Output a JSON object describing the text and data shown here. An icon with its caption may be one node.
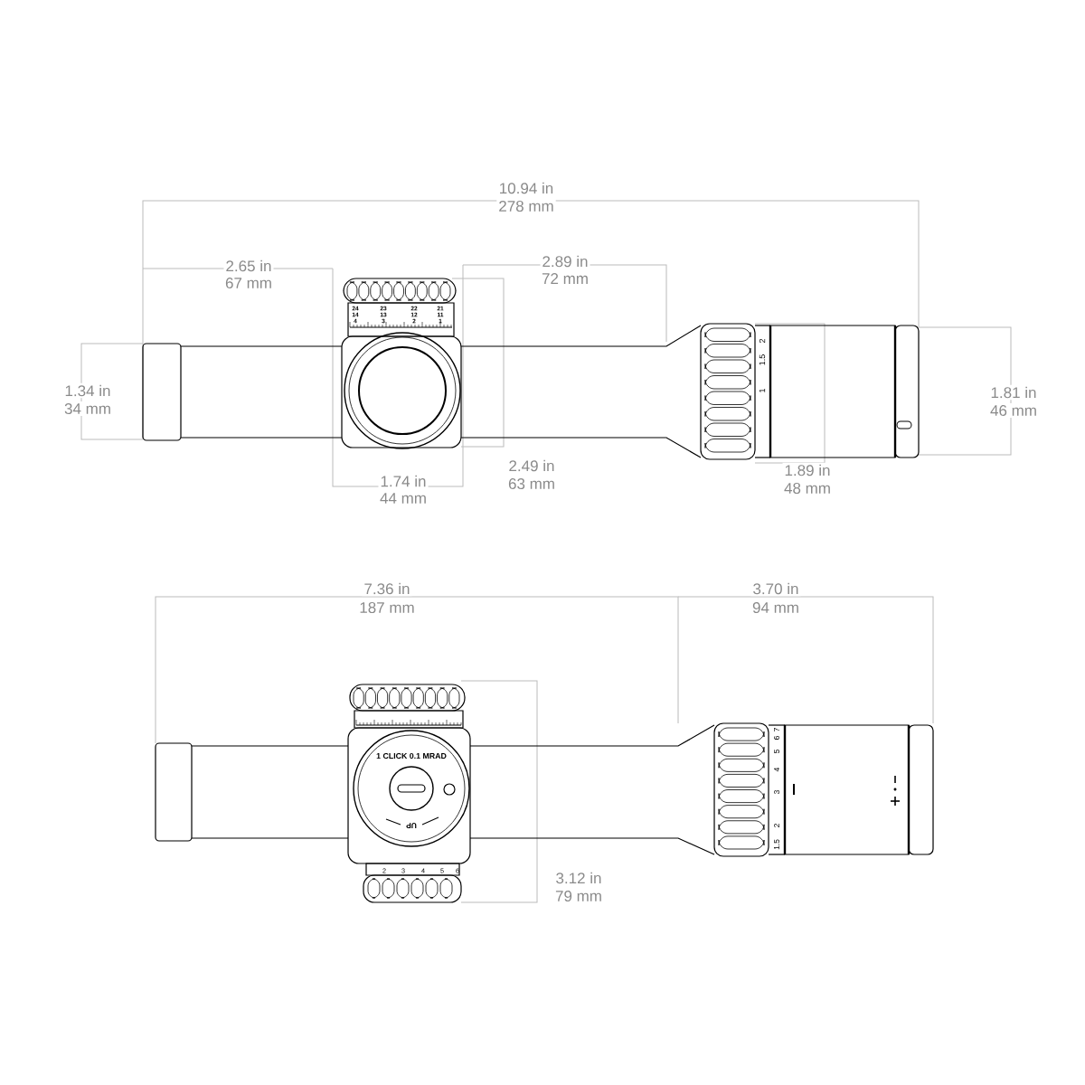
{
  "diagram": {
    "labels": [
      "10.94 in",
      "278 mm",
      "2.65 in",
      "67 mm",
      "2.89 in",
      "72 mm",
      "24",
      "14",
      "4",
      "23",
      "13",
      "3",
      "22",
      "12",
      "2",
      "21",
      "11",
      "1",
      "2",
      "1.5",
      "1",
      "1.34 in",
      "34 mm",
      "1.81 in",
      "46 mm",
      "1.74 in",
      "44 mm",
      "2.49 in",
      "63 mm",
      "1.89 in",
      "48 mm",
      "7.36 in",
      "187 mm",
      "3.70 in",
      "94 mm",
      "1 CLICK 0.1 MRAD",
      "UP",
      "7",
      "6",
      "5",
      "4",
      "3",
      "2",
      "1.5",
      "2",
      "3",
      "4",
      "5",
      "6",
      "3.12 in",
      "79 mm"
    ]
  }
}
